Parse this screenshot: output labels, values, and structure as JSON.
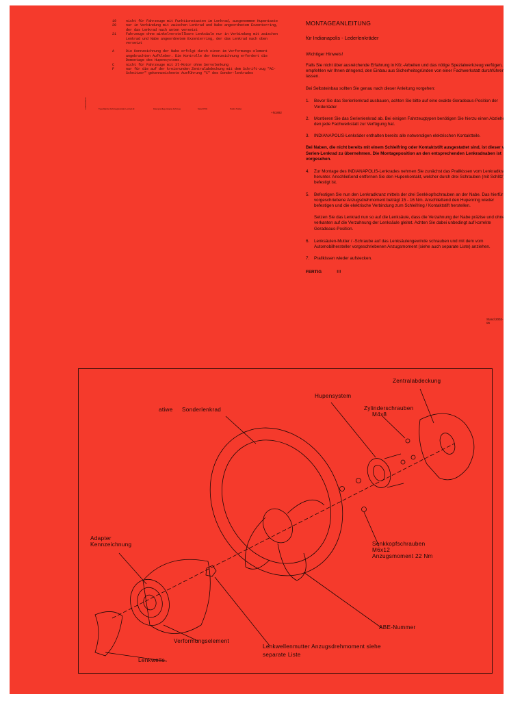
{
  "notes": [
    {
      "num": "19",
      "text": "nicht für Fahrzeuge mit Funktionstasten im Lenkrad, ausgenommen Hupentaste"
    },
    {
      "num": "20",
      "text": "nur in Verbindung mit zwischen Lenkrad und Nabe angeordnetem Exzenterring, der das Lenkrad nach unten versetzt"
    },
    {
      "num": "21",
      "text": "Fahrzeuge ohne winkelverstellbare Lenksäule nur in Verbindung mit zwischen Lenkrad und Nabe angeordnetem Exzenterring, der das Lenkrad nach oben versetzt"
    },
    {
      "num": "A",
      "text": "Die Kennzeichnung der Nabe erfolgt durch einen im Verformungs-element angebrachten Aufkleber. Die Kontrolle der Kennzeichnung erfordert die Demontage des Hupensystems."
    },
    {
      "num": "C",
      "text": "nicht für Fahrzeuge mit 3l-Motor ohne Servolenkung"
    },
    {
      "num": "F",
      "text": "nur für die auf der kreisrunden Zentralabdeckung mit dem Schrift-zug \"AC-Schnitzer\" gekennzeichnete Ausführung \"C\" des Sonder-lenkrades"
    }
  ],
  "footer": {
    "side": "Lenkrad-Dienst",
    "col1": "Typenblatt der Fahrzeughersteller Lenkrad-Nr.",
    "col2": "Datengrundlage Adapter-Fahrzeug",
    "col3": "Stand 07/04",
    "col4": "Telefon Telefax",
    "code": "+N1892"
  },
  "instructions": {
    "title": "MONTAGEANLEITUNG",
    "subtitle": "für Indianapolis - Lederlenkräder",
    "hint_title": "Wichtiger Hinweis!",
    "hint_text": "Falls Sie nicht über ausreichende Erfahrung in Kfz.-Arbeiten und das nötige Spezialwerkzeug verfügen, empfehlen wir Ihnen dringend, den Einbau aus Sicherheitsgründen von einer Fachwerkstatt durchführen zu lassen.",
    "intro": "Bei Selbsteinbau sollten Sie genau nach dieser Anleitung vorgehen:",
    "steps_a": [
      {
        "num": "1.",
        "text": "Bevor Sie das Serienlenkrad ausbauen, achten Sie bitte auf eine exakte Geradeaus-Position der Vorderräder"
      },
      {
        "num": "2.",
        "text": "Montieren Sie das Serienlenkrad ab. Bei einigen Fahrzeugtypen benötigen Sie hierzu einen Abzieher, den jede Fachwerkstatt zur Verfügung hat."
      },
      {
        "num": "3.",
        "text": "INDIANAPOLIS-Lenkräder enthalten bereits alle notwendigen elektrischen Kontaktteile."
      }
    ],
    "bold_note": "Bei Naben, die nicht bereits mit einem Schleifring oder Kontaktstift ausgestattet sind, ist dieser vom Serien-Lenkrad zu übernehmen. Die Montageposition an den entsprechenden Lenkradnaben ist vorgesehen.",
    "steps_b": [
      {
        "num": "4.",
        "text": "Zur Montage des INDIANAPOLIS-Lenkrades nehmen Sie zunächst das Prallkissen vom Lenkradkranz herunter. Anschließend entfernen Sie den Hupenkontakt, welcher durch drei Schrauben (mit Schlitz) befestigt ist."
      },
      {
        "num": "5.",
        "text": "Befestigen Sie nun den Lenkradkranz mittels der drei Senkkopfschrauben an der Nabe. Das hierfür vorgeschriebene Anzugsdrehmoment beträgt 15 - 16 Nm. Anschließend den Hupenring wieder befestigen und die elektrische Verbindung zum Schleifring / Kontaktstift herstellen."
      }
    ],
    "para5b": "Setzen Sie das Lenkrad nun so auf die Lenksäule, dass die Verzahnung der Nabe präzise und ohne zu verkanten auf die Verzahnung der Lenksäule gleitet. Achten Sie dabei unbedingt auf korrekte Geradeaus-Position.",
    "steps_c": [
      {
        "num": "6.",
        "text": "Lenksäulen-Mutter / -Schraube auf das Lenksäulengewinde schrauben und mit dem vom Automobilhersteller vorgeschriebenen Anzugsmoment (siehe auch separate Liste) anziehen."
      },
      {
        "num": "7.",
        "text": "Prallkissen wieder aufstecken."
      }
    ],
    "fertig": "FERTIG",
    "excl": "!!!",
    "stand": "Stand 2002-06"
  },
  "diagram": {
    "labels": {
      "zentral": "Zentralabdeckung",
      "hupen": "Hupensystem",
      "zylinder": "Zylinderschrauben",
      "m4": "M4x8",
      "atiwe": "atiwe",
      "sonder": "Sonderlenkrad",
      "adapter1": "Adapter",
      "adapter2": "Kennzeichnung",
      "senk1": "Senkkopfschrauben",
      "senk2": "M6x12",
      "senk3": "Anzugsmoment 22 Nm",
      "abe": "ABE-Nummer",
      "verform": "Verformungselement",
      "mutter1": "Lenkwellenmutter Anzugsdrehmoment siehe",
      "mutter2": "separate Liste",
      "welle": "Lenkwelle"
    }
  }
}
